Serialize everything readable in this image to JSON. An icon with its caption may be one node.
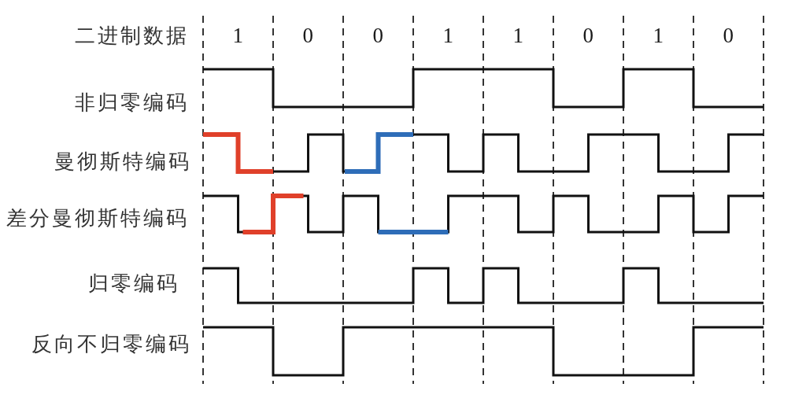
{
  "diagram": {
    "labels": [
      "二进制数据",
      "1",
      "0",
      "0",
      "1",
      "1",
      "0",
      "1",
      "0",
      "非归零编码",
      "曼彻斯特编码",
      "差分曼彻斯特编码",
      "归零编码",
      "反向不归零编码"
    ]
  }
}
